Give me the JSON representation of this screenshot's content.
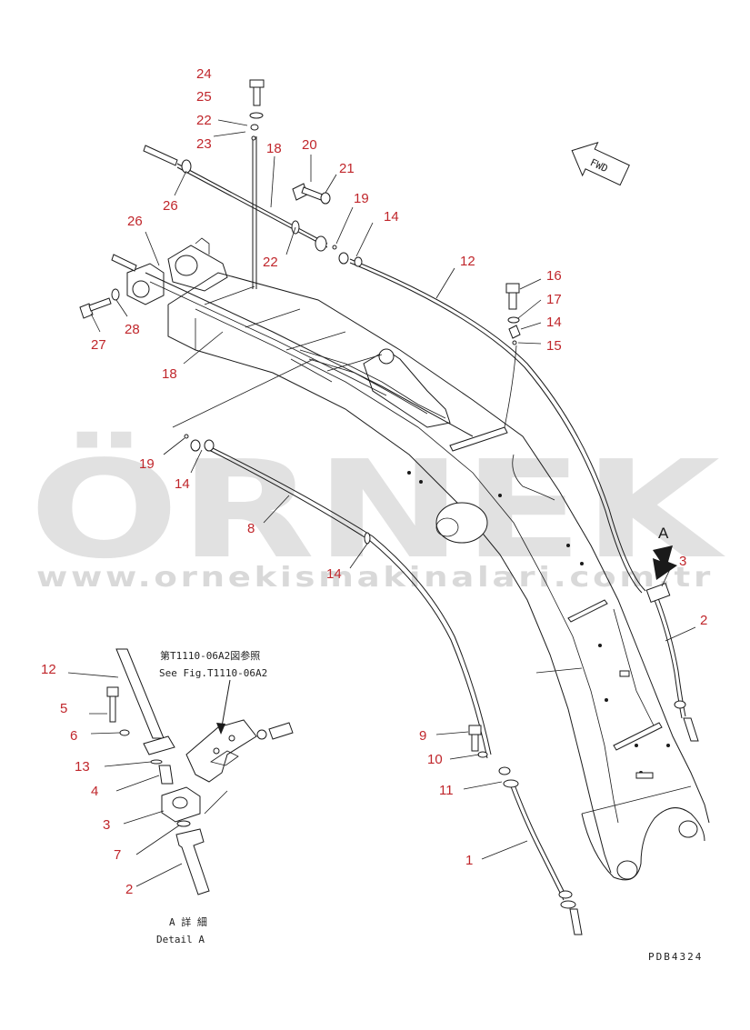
{
  "watermark": {
    "brand": "ÖRNEK",
    "url": "www.ornekismakinalari.com.tr",
    "accent_color": "#f2d27a"
  },
  "fwd_label": "FWD",
  "arrow_a_label": "A",
  "reference_jp": "第T1110-06A2図参照",
  "reference_en": "See Fig.T1110-06A2",
  "detail_jp": "A 詳 細",
  "detail_en": "Detail A",
  "drawing_code": "PDB4324",
  "callouts": {
    "c1": "1",
    "c2": "2",
    "c2b": "2",
    "c3": "3",
    "c3b": "3",
    "c4": "4",
    "c5": "5",
    "c6": "6",
    "c7": "7",
    "c8": "8",
    "c9": "9",
    "c10": "10",
    "c11": "11",
    "c12": "12",
    "c12b": "12",
    "c13": "13",
    "c14a": "14",
    "c14b": "14",
    "c14c": "14",
    "c14d": "14",
    "c15": "15",
    "c16": "16",
    "c17": "17",
    "c18a": "18",
    "c18b": "18",
    "c19a": "19",
    "c19b": "19",
    "c20": "20",
    "c21": "21",
    "c22a": "22",
    "c22b": "22",
    "c23": "23",
    "c24": "24",
    "c25": "25",
    "c26a": "26",
    "c26b": "26",
    "c27": "27",
    "c28": "28"
  },
  "colors": {
    "callout": "#c0262b",
    "line": "#1a1a1a",
    "watermark": "#d9d9d9"
  }
}
